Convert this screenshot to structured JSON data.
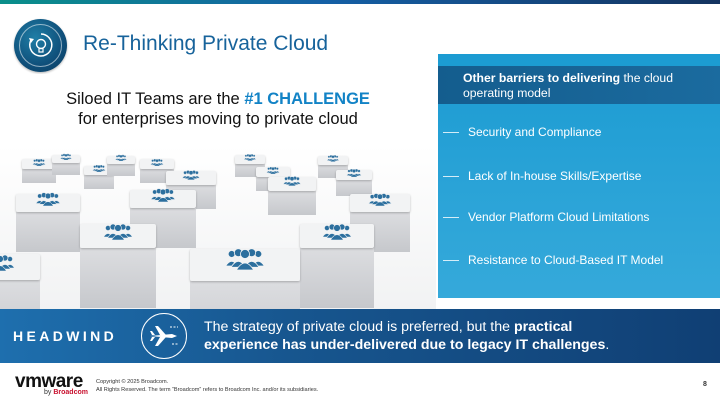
{
  "title": "Re-Thinking Private Cloud",
  "headline": {
    "line1_pre": "Siloed IT Teams are the ",
    "line1_highlight": "#1 CHALLENGE",
    "line2": "for enterprises moving to private cloud"
  },
  "barriers": {
    "heading_bold": "Other barriers to delivering",
    "heading_rest": " the cloud operating model",
    "items": [
      "Security and Compliance",
      "Lack of In-house Skills/Expertise",
      "Vendor Platform Cloud Limitations",
      "Resistance to Cloud-Based IT Model"
    ]
  },
  "headwind": {
    "label": "HEADWIND",
    "quote_line1_pre": "The strategy of private cloud is preferred, but the ",
    "quote_line1_bold": "practical",
    "quote_line2_bold": "experience has under-delivered due to legacy IT challenges",
    "quote_line2_end": "."
  },
  "footer": {
    "logo": "vmware",
    "logo_sub_pre": "by ",
    "logo_sub_brand": "Broadcom",
    "copyright_line1": "Copyright © 2025 Broadcom.",
    "copyright_line2": "All Rights Reserved. The term “Broadcom” refers to Broadcom Inc. and/or its subsidiaries.",
    "page_number": "8"
  },
  "colors": {
    "title_blue": "#17639b",
    "highlight_blue": "#1283c6",
    "barrier_panel": "#1b9bd2",
    "barrier_header": "#145d8e",
    "headwind_band": "#17568f",
    "people_icon": "#2c6f9e"
  },
  "icons": {
    "title": "lightbulb-cycle-icon",
    "headwind": "airplane-headwind-icon",
    "cubes": "team-group-icon"
  }
}
